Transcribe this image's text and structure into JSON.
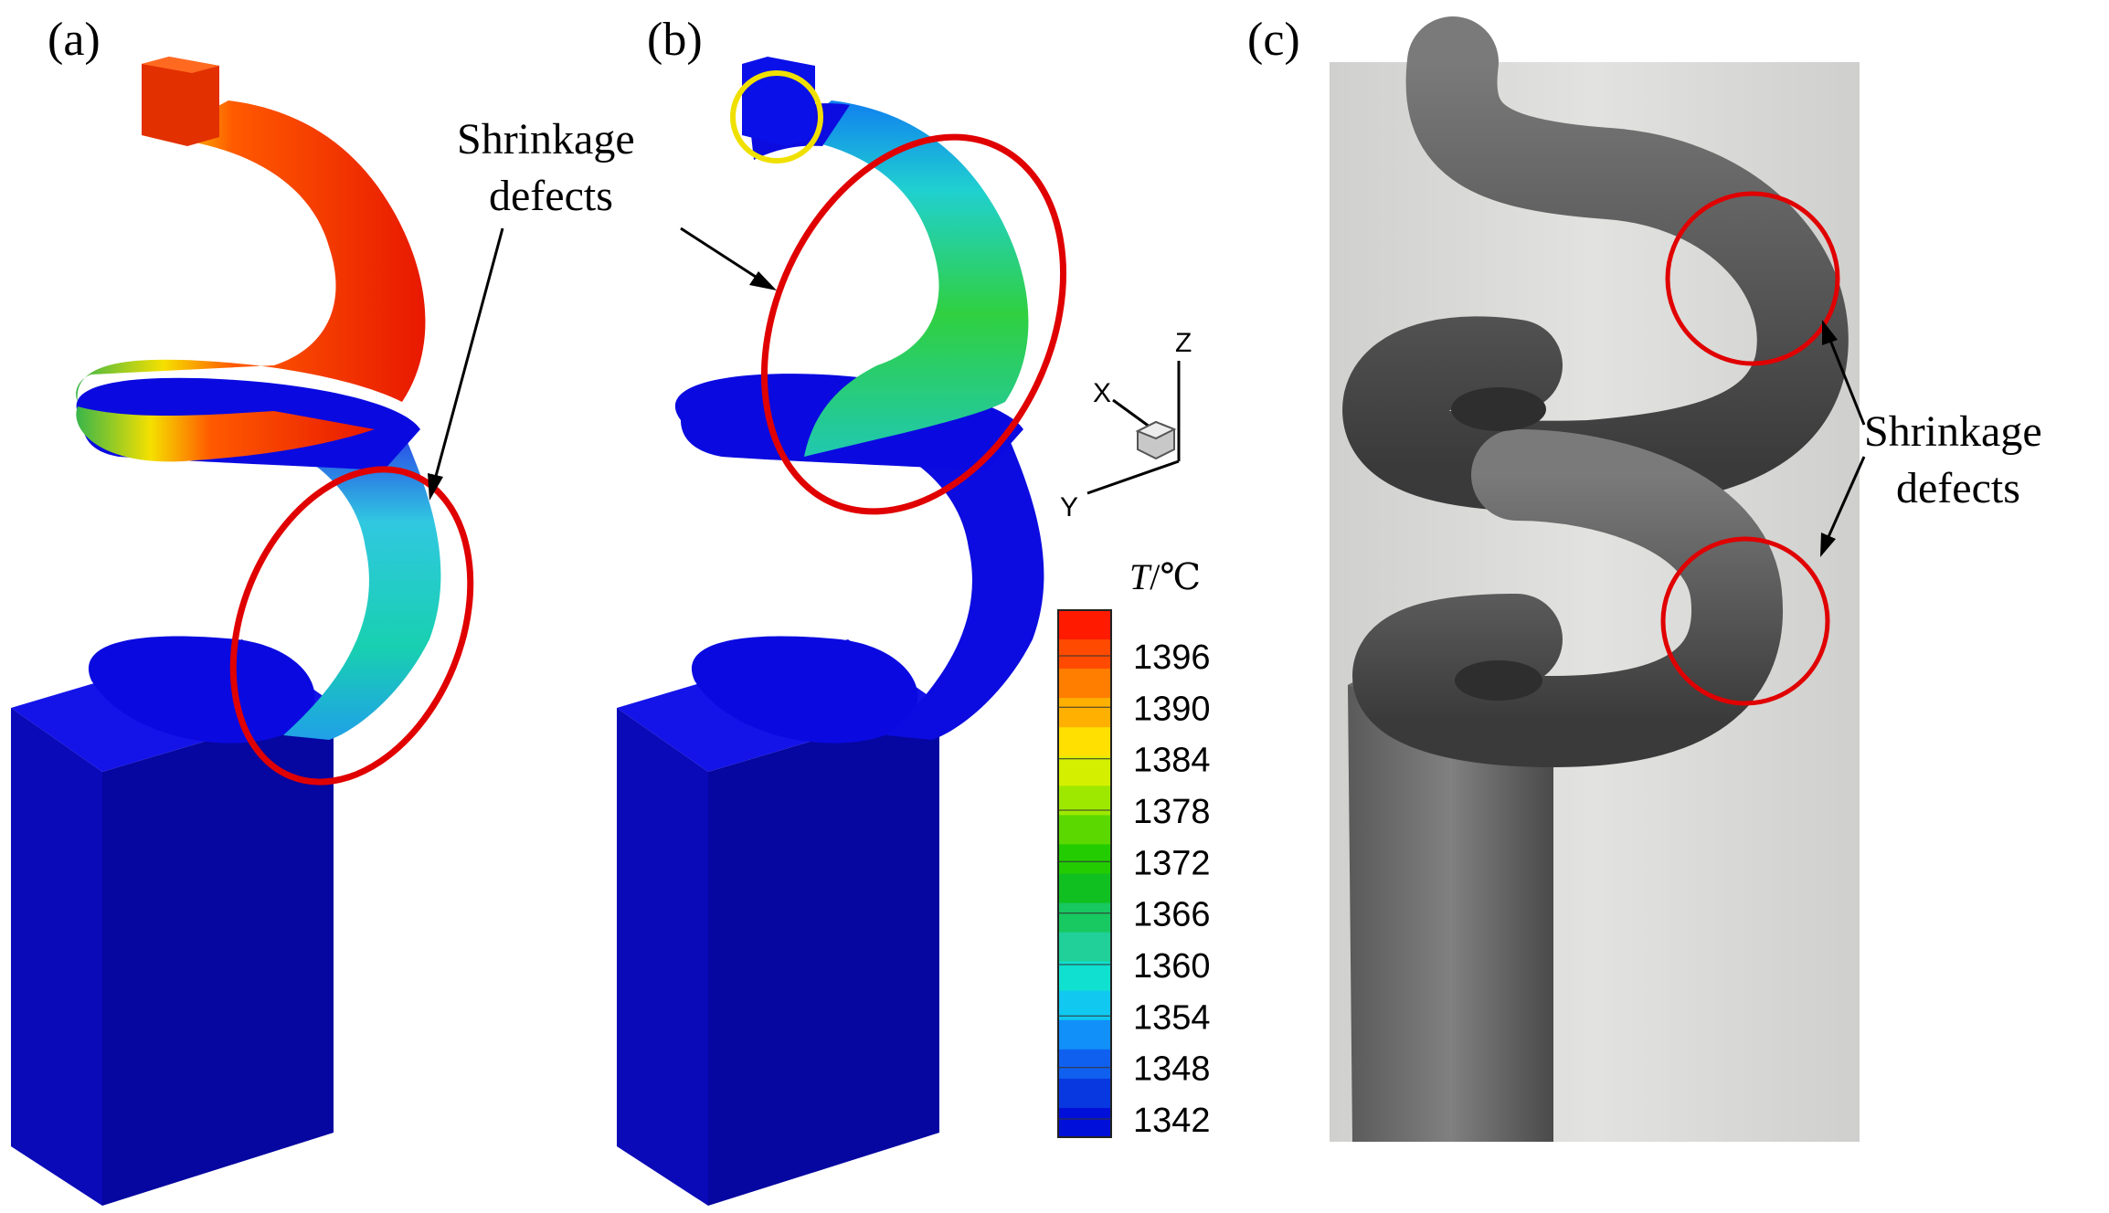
{
  "panels": {
    "a": {
      "label": "(a)"
    },
    "b": {
      "label": "(b)"
    },
    "c": {
      "label": "(c)"
    }
  },
  "annotations": {
    "a_line1": "Shrinkage",
    "a_line2": "defects",
    "c_line1": "Shrinkage",
    "c_line2": "defects"
  },
  "axes_triad": {
    "x": "X",
    "y": "Y",
    "z": "Z"
  },
  "legend": {
    "title_var": "T",
    "title_unit": "/℃",
    "ticks": [
      "1396",
      "1390",
      "1384",
      "1378",
      "1372",
      "1366",
      "1360",
      "1354",
      "1348",
      "1342"
    ],
    "colors": [
      "#ff1a00",
      "#ff4a00",
      "#ff7e00",
      "#ffb000",
      "#ffe000",
      "#d4f000",
      "#9ee800",
      "#5ad800",
      "#22cc00",
      "#10c020",
      "#18c860",
      "#20d098",
      "#10e0d0",
      "#10c8f0",
      "#1090f8",
      "#1060f0",
      "#0838e0",
      "#0010d8"
    ]
  },
  "colors": {
    "solid": "#0808d0",
    "hot": "#ee1800",
    "highlight": "#e00000",
    "marker": "#f0e000"
  }
}
